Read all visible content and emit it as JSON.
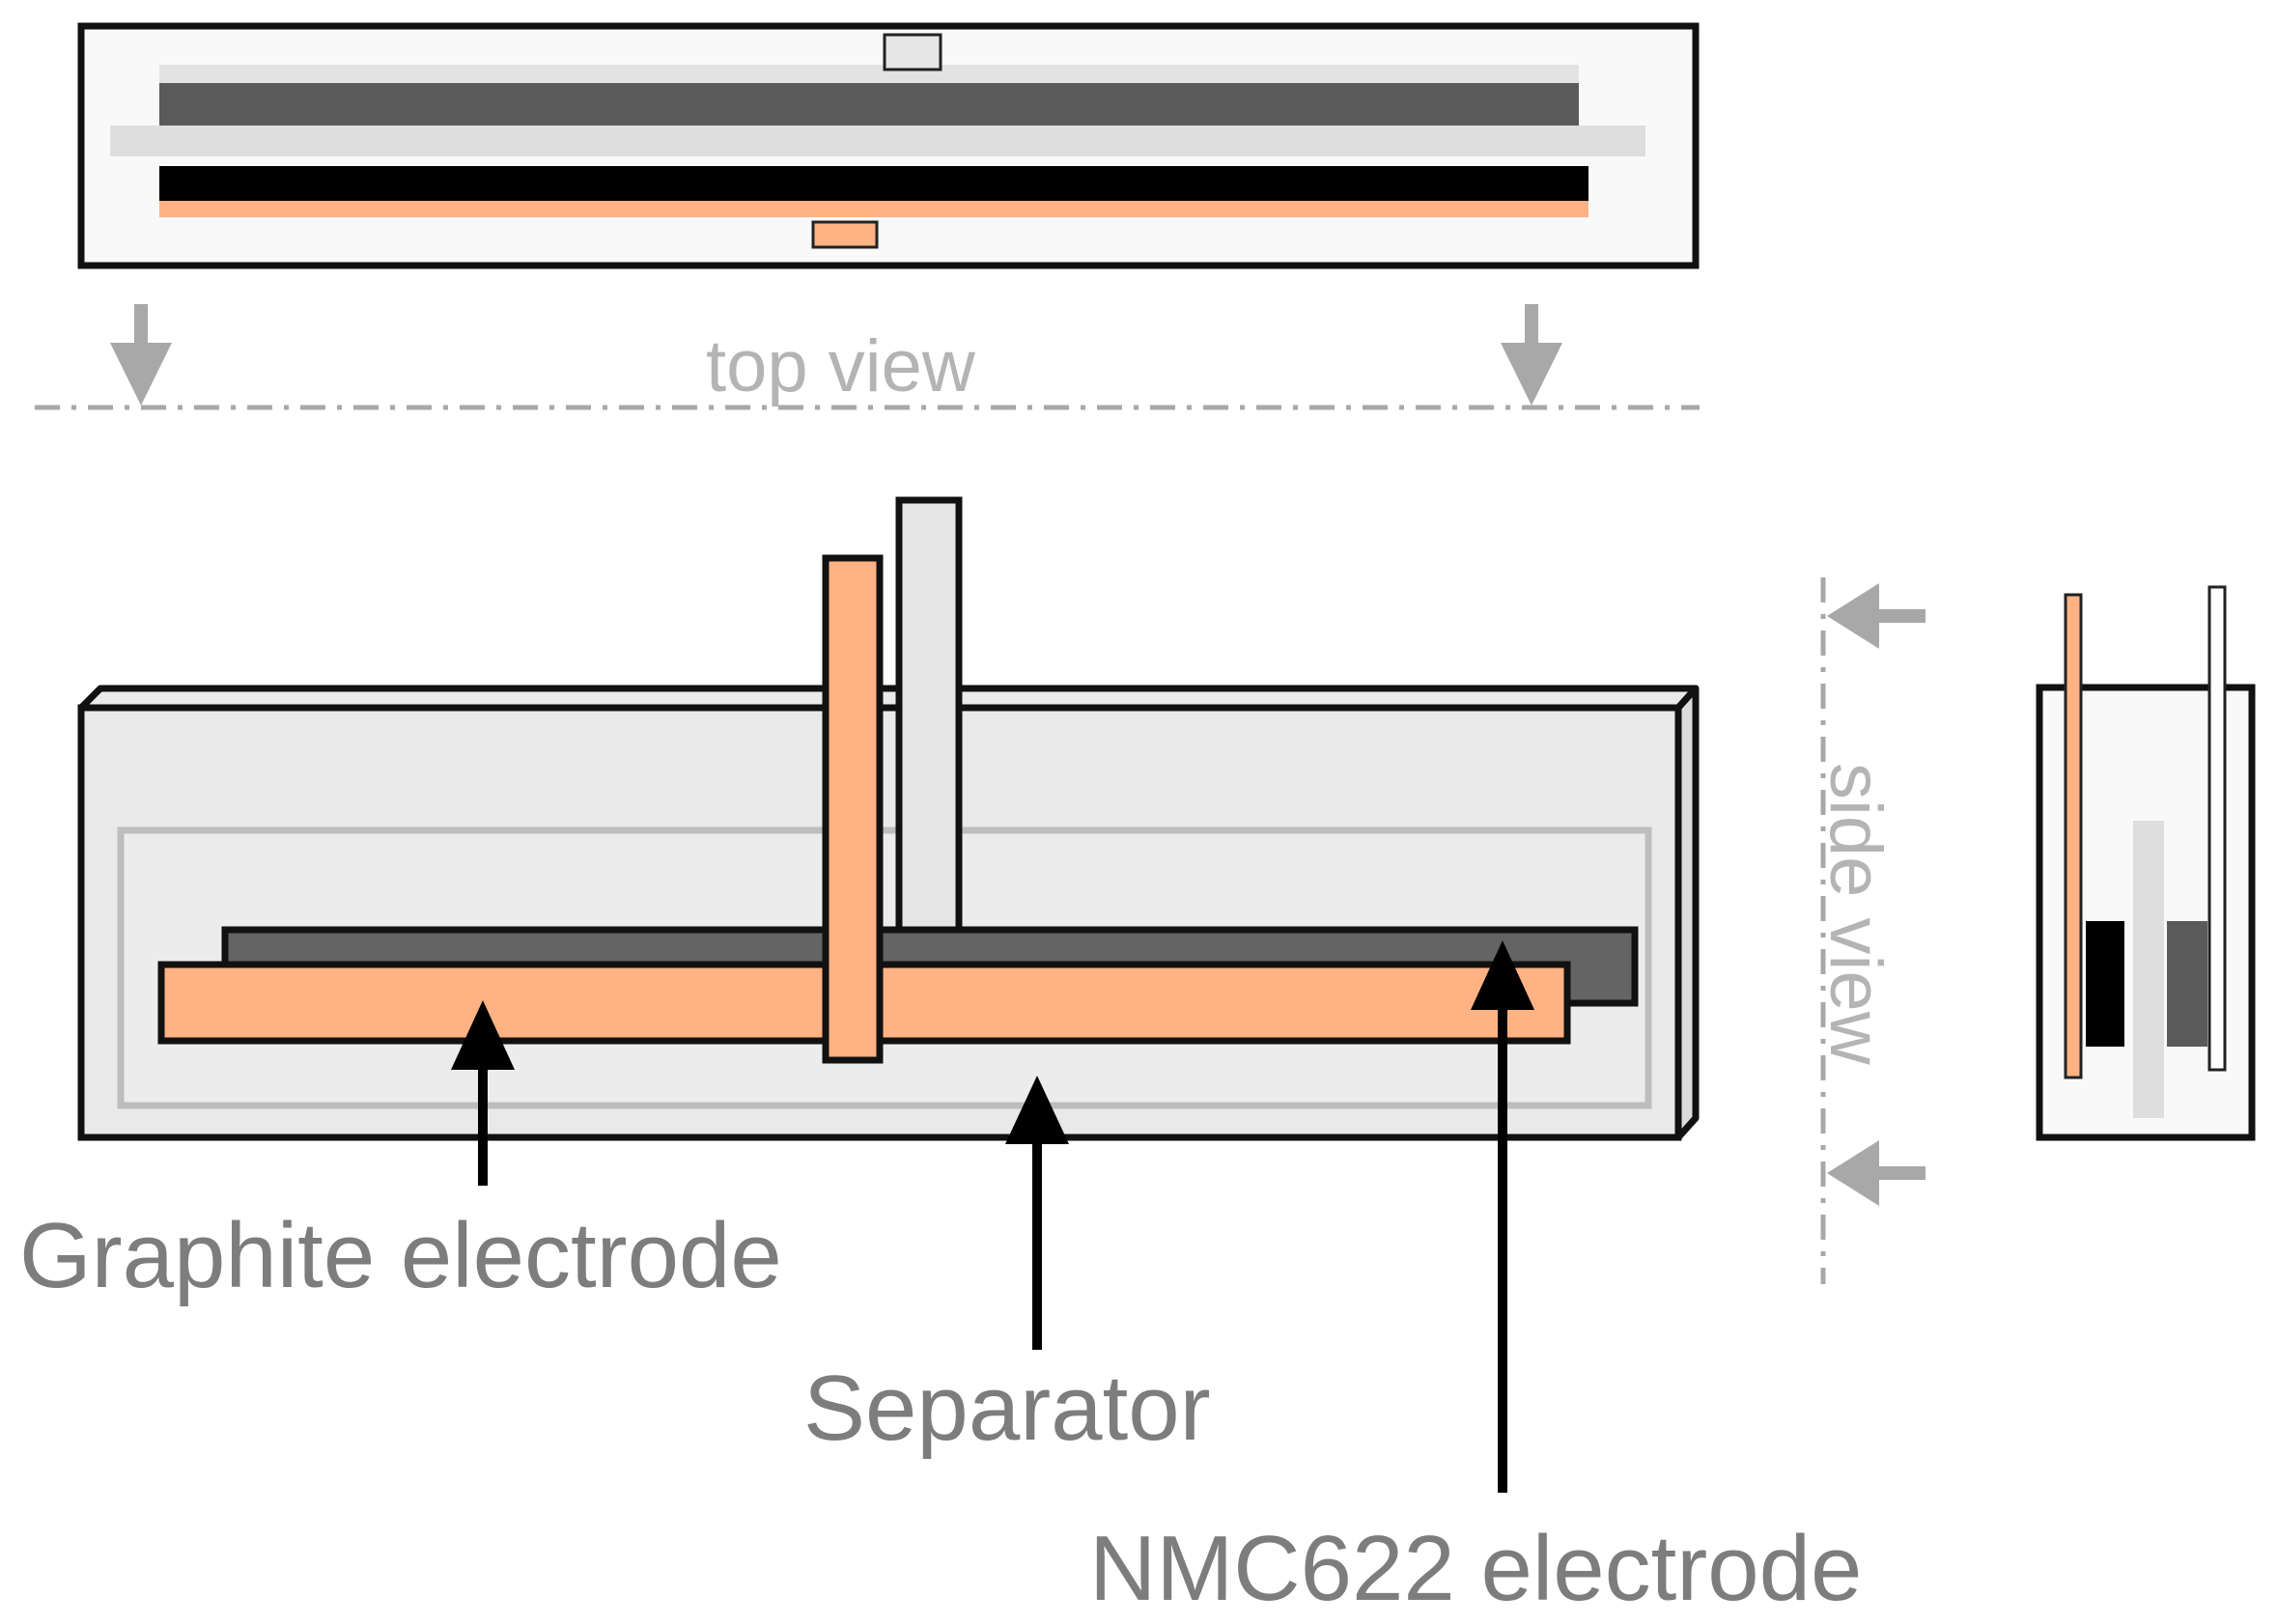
{
  "labels": {
    "top_view": "top view",
    "side_view": "side view",
    "graphite_electrode": "Graphite electrode",
    "separator": "Separator",
    "nmc622_electrode": "NMC622 electrode"
  },
  "colors": {
    "frame": "#111111",
    "cell_fill_light": "#f9f9f9",
    "cell_fill_gray": "#e9e9e9",
    "separator": "#dedede",
    "nmc622": "#5a5a5a",
    "graphite_coating": "#000000",
    "copper_foil": "#ffb284",
    "guide_gray": "#a8a8a8",
    "label_text": "#7d7d7d"
  }
}
